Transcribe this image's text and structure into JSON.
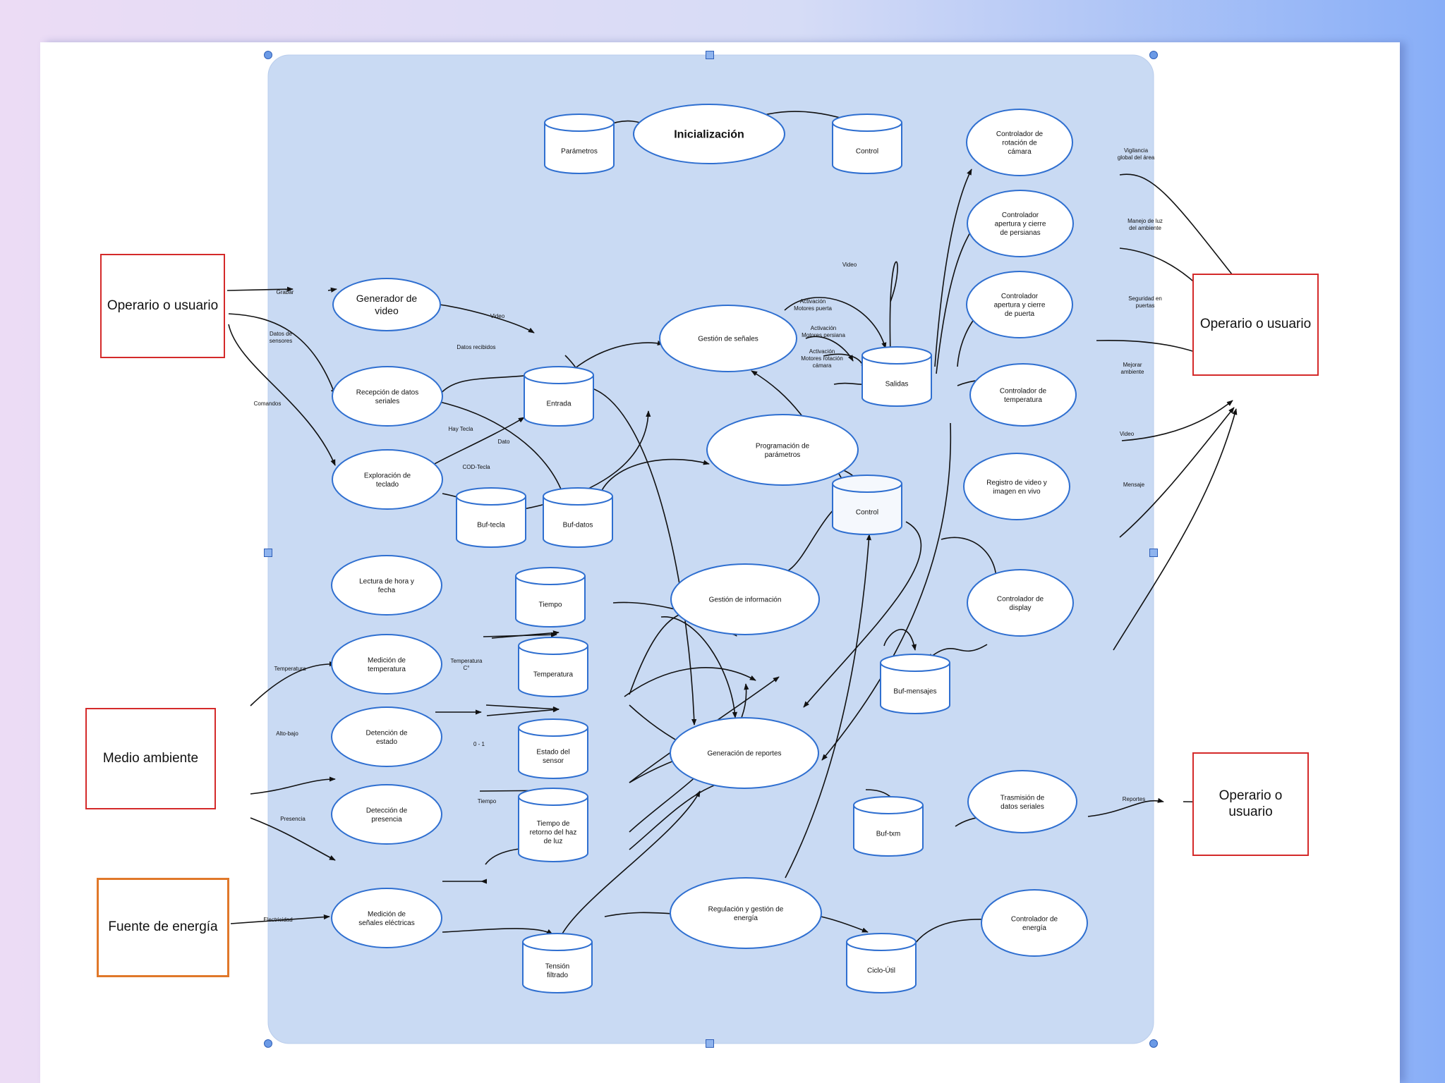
{
  "external": {
    "operario_1": "Operario o usuario",
    "operario_2": "Operario o usuario",
    "operario_3": "Operario o\nusuario",
    "medio_ambiente": "Medio ambiente",
    "fuente_energia": "Fuente de energía"
  },
  "processes": {
    "inicializacion": "Inicialización",
    "generador_video": "Generador de\nvideo",
    "recepcion_datos": "Recepción de datos\nseriales",
    "exploracion_teclado": "Exploración de\nteclado",
    "gestion_senales": "Gestión de señales",
    "programacion_parametros": "Programación de\nparámetros",
    "controlador_rotacion": "Controlador de\nrotación de\ncámara",
    "controlador_persianas": "Controlador\napertura y cierre\nde persianas",
    "controlador_puerta": "Controlador\napertura y cierre\nde puerta",
    "controlador_temperatura": "Controlador de\ntemperatura",
    "registro_video": "Registro de video y\nimagen en vivo",
    "lectura_hora": "Lectura de hora y\nfecha",
    "gestion_informacion": "Gestión de información",
    "controlador_display": "Controlador de\ndisplay",
    "medicion_temperatura": "Medición de\ntemperatura",
    "detencion_estado": "Detención de\nestado",
    "generacion_reportes": "Generación de reportes",
    "deteccion_presencia": "Detección de\npresencia",
    "trasmision_datos": "Trasmisión de\ndatos seriales",
    "medicion_senales": "Medición de\nseñales eléctricas",
    "regulacion_energia": "Regulación y gestión de\nenergía",
    "controlador_energia": "Controlador de\nenergía"
  },
  "stores": {
    "parametros": "Parámetros",
    "control_top": "Control",
    "entrada": "Entrada",
    "salidas": "Salidas",
    "control_mid": "Control",
    "buf_tecla": "Buf-tecla",
    "buf_datos": "Buf-datos",
    "tiempo": "Tiempo",
    "temperatura": "Temperatura",
    "buf_mensajes": "Buf-mensajes",
    "estado_sensor": "Estado del\nsensor",
    "tiempo_retorno": "Tiempo de\nretorno del haz\nde luz",
    "buf_txm": "Buf-txm",
    "tension_filtrado": "Tensión\nfiltrado",
    "ciclo_util": "Ciclo-Útil"
  },
  "flows": {
    "grabar": "Grabar",
    "video": "Video",
    "datos_sensor": "Datos de\nsensores",
    "datos_recibidos": "Datos recibidos",
    "comandos": "Comandos",
    "hay_tecla": "Hay Tecla",
    "dato": "Dato",
    "cod_tecla": "COD-Tecla",
    "video_out": "Video",
    "act_puerta": "Activación\nMotores puerta",
    "act_persianas": "Activación\nMotores persiana",
    "act_rotacion": "Activación\nMotores rotación\ncámara",
    "vigilancia": "Vigilancia\nglobal del área",
    "manejo_luz": "Manejo de luz\ndel ambiente",
    "seguridad": "Seguridad en\npuertas",
    "mejorar_ambiente": "Mejorar\nambiente",
    "video_right": "Video",
    "mensaje": "Mensaje",
    "temperatura_in": "Temperatura",
    "temperatura_c": "Temperatura\nC°",
    "alto_bajo": "Alto-bajo",
    "cero_uno": "0 - 1",
    "presencia": "Presencia",
    "tiempo_flow": "Tiempo",
    "reportes": "Reportes",
    "electricidad": "Electricidad"
  },
  "colors": {
    "boundary_fill": "#c9daf3",
    "external_red": "#d42a2a",
    "external_orange": "#e0782a",
    "shape_stroke": "#2f6fd0",
    "arrow": "#111111",
    "selection_handle": "#6b9ae6"
  }
}
